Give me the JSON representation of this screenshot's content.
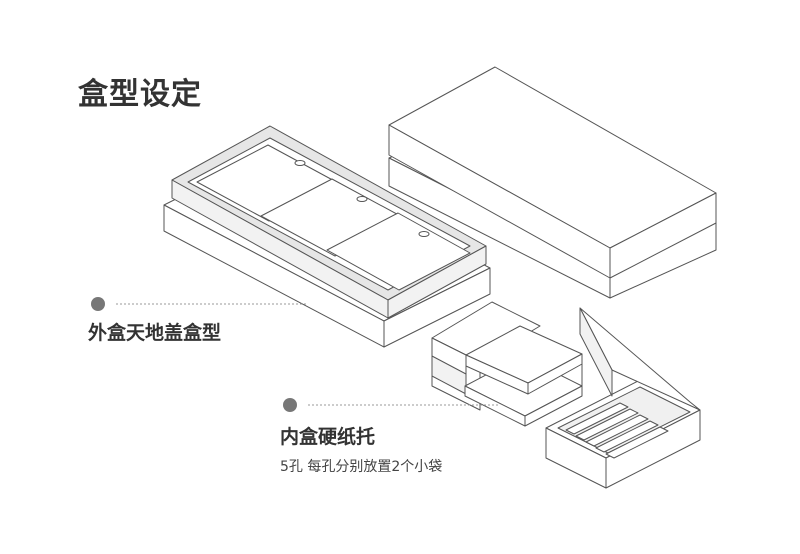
{
  "title": "盒型设定",
  "callouts": [
    {
      "label": "外盒天地盖盒型"
    },
    {
      "label": "内盒硬纸托",
      "sublabel": "5孔 每孔分别放置2个小袋"
    }
  ],
  "colors": {
    "text": "#333333",
    "line": "#555555",
    "dot": "#777777",
    "tray_fill": "#e6e6e6"
  }
}
